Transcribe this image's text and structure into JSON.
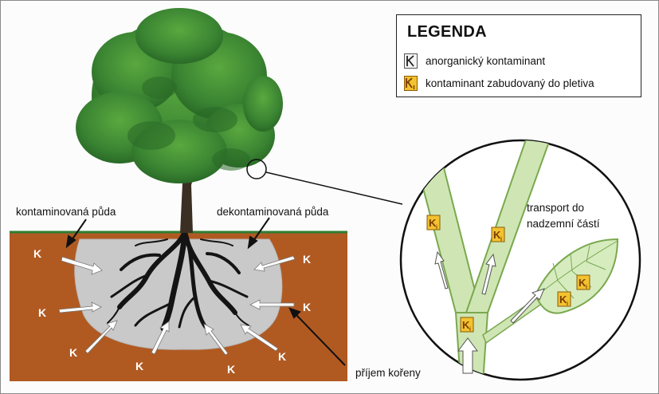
{
  "legend": {
    "title": "LEGENDA",
    "items": [
      {
        "symbol": "K",
        "label": "anorganický kontaminant"
      },
      {
        "symbol": "Ki",
        "label": "kontaminant zabudovaný do pletiva"
      }
    ]
  },
  "labels": {
    "contaminated_soil": "kontaminovaná půda",
    "decontaminated_soil": "dekontaminovaná půda",
    "transport_line1": "transport do",
    "transport_line2": "nadzemní částí",
    "root_uptake": "příjem kořeny"
  },
  "symbols": {
    "contaminant": "K",
    "contaminant_inner": "K",
    "contaminant_subscript": "i"
  },
  "colors": {
    "soil": "#b05a22",
    "soil_clean": "#c9c9c9",
    "grass": "#2e7d32",
    "tree_foliage": "#3d8a34",
    "stem_fill": "#cfe6b4",
    "stem_stroke": "#7aa84f",
    "badge_fill": "#f2c230",
    "badge_stroke": "#8a5b0a",
    "arrow": "#ffffff"
  }
}
